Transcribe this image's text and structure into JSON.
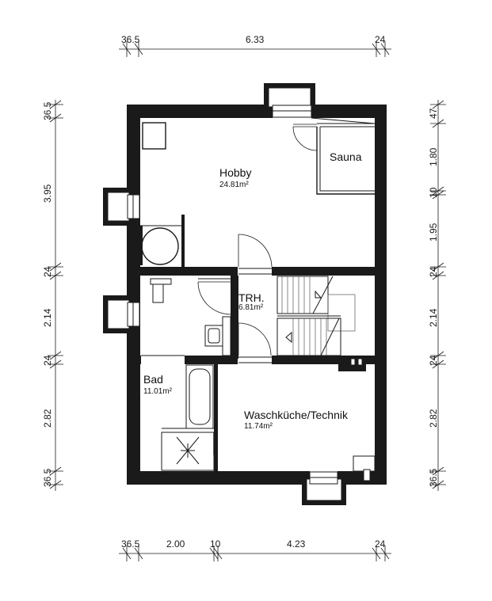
{
  "rooms": {
    "hobby": {
      "name": "Hobby",
      "area": "24.81m²"
    },
    "sauna": {
      "name": "Sauna"
    },
    "treppenhaus": {
      "name": "TRH.",
      "area": "6.81m²"
    },
    "bad": {
      "name": "Bad",
      "area": "11.01m²"
    },
    "waschkueche": {
      "name": "Waschküche/Technik",
      "area": "11.74m²"
    }
  },
  "dimensions": {
    "top": [
      "36.5",
      "6.33",
      "24"
    ],
    "bottom": [
      "36.5",
      "2.00",
      "10",
      "4.23",
      "24"
    ],
    "left": [
      "36.5",
      "3.95",
      "24",
      "2.14",
      "24",
      "2.82",
      "36.5"
    ],
    "right": [
      "47",
      "1.80",
      "10",
      "1.95",
      "24",
      "2.14",
      "24",
      "2.82",
      "36.5"
    ]
  }
}
